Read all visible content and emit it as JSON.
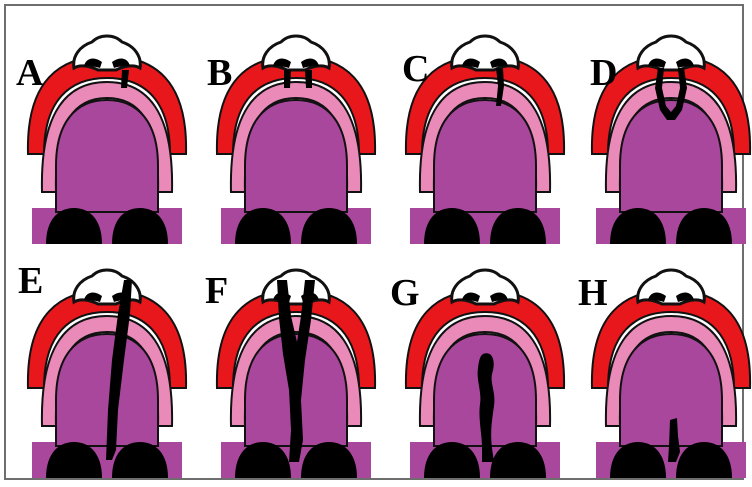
{
  "panels": [
    {
      "letter": "A",
      "cleft": "unilateral-lip-notch"
    },
    {
      "letter": "B",
      "cleft": "bilateral-lip-notch"
    },
    {
      "letter": "C",
      "cleft": "unilateral-lip-and-alveolus"
    },
    {
      "letter": "D",
      "cleft": "bilateral-lip-and-alveolus-loop"
    },
    {
      "letter": "E",
      "cleft": "unilateral-complete-lip-and-palate"
    },
    {
      "letter": "F",
      "cleft": "bilateral-complete-lip-and-palate"
    },
    {
      "letter": "G",
      "cleft": "isolated-palate"
    },
    {
      "letter": "H",
      "cleft": "soft-palate-uvula"
    }
  ],
  "colors": {
    "lip": "#e8171c",
    "gum": "#e98ab9",
    "palate": "#a9479c",
    "cleft": "#000000",
    "nose": "#ffffff",
    "outline": "#111111",
    "frame": "#6e6e6e"
  }
}
